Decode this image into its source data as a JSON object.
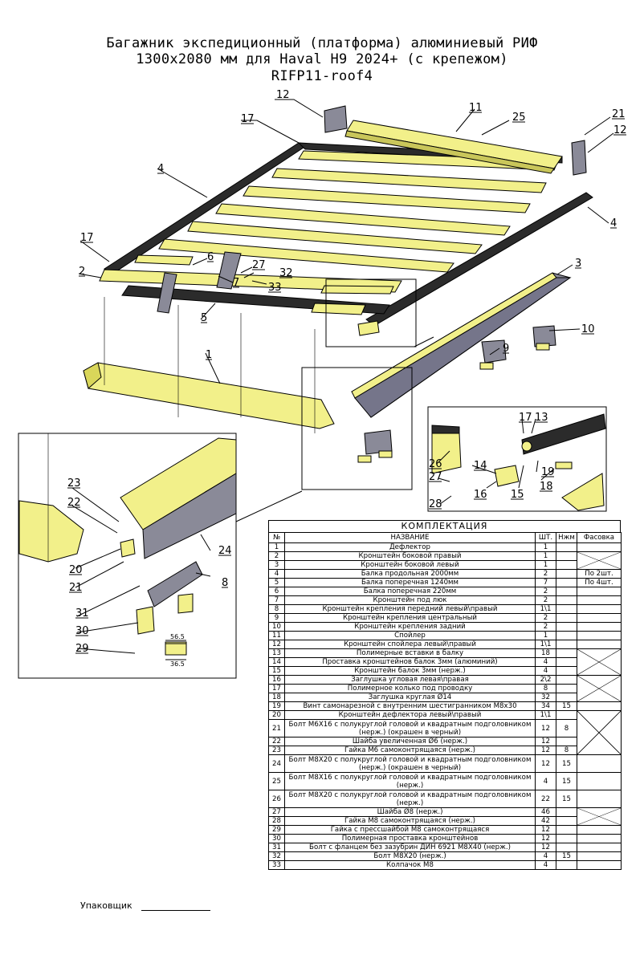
{
  "title": {
    "line1": "Багажник экспедиционный (платформа) алюминиевый РИФ",
    "line2": "1300x2080 мм для Haval H9 2024+ (с крепежом)",
    "line3": "RIFP11-roof4"
  },
  "callouts": [
    "12",
    "11",
    "25",
    "21",
    "12",
    "17",
    "4",
    "4",
    "17",
    "2",
    "6",
    "27",
    "32",
    "33",
    "7",
    "3",
    "5",
    "10",
    "9",
    "1",
    "17",
    "13",
    "26",
    "14",
    "27",
    "19",
    "28",
    "16",
    "15",
    "18",
    "23",
    "22",
    "24",
    "20",
    "21",
    "8",
    "31",
    "30",
    "29"
  ],
  "dimensions": {
    "top": "56.5",
    "bottom": "36.5"
  },
  "table": {
    "title": "КОМПЛЕКТАЦИЯ",
    "headers": {
      "num": "№",
      "name": "НАЗВАНИЕ",
      "qty": "ШТ.",
      "art": "Нжм",
      "pack": "Фасовка"
    },
    "rows": [
      {
        "num": "1",
        "name": "Дефлектор",
        "qty": "1",
        "art": "",
        "pack": ""
      },
      {
        "num": "2",
        "name": "Кронштейн боковой правый",
        "qty": "1",
        "art": "",
        "pack": ""
      },
      {
        "num": "3",
        "name": "Кронштейн боковой левый",
        "qty": "1",
        "art": "",
        "pack": ""
      },
      {
        "num": "4",
        "name": "Балка продольная 2000мм",
        "qty": "2",
        "art": "",
        "pack": "По 2шт."
      },
      {
        "num": "5",
        "name": "Балка поперечная 1240мм",
        "qty": "7",
        "art": "",
        "pack": "По 4шт."
      },
      {
        "num": "6",
        "name": "Балка поперечная 220мм",
        "qty": "2",
        "art": "",
        "pack": ""
      },
      {
        "num": "7",
        "name": "Кронштейн под люк",
        "qty": "2",
        "art": "",
        "pack": ""
      },
      {
        "num": "8",
        "name": "Кронштейн крепления передний левый\\правый",
        "qty": "1\\1",
        "art": "",
        "pack": ""
      },
      {
        "num": "9",
        "name": "Кронштейн крепления центральный",
        "qty": "2",
        "art": "",
        "pack": ""
      },
      {
        "num": "10",
        "name": "Кронштейн крепления задний",
        "qty": "2",
        "art": "",
        "pack": ""
      },
      {
        "num": "11",
        "name": "Спойлер",
        "qty": "1",
        "art": "",
        "pack": ""
      },
      {
        "num": "12",
        "name": "Кронштейн спойлера левый\\правый",
        "qty": "1\\1",
        "art": "",
        "pack": ""
      },
      {
        "num": "13",
        "name": "Полимерные вставки в балку",
        "qty": "18",
        "art": "",
        "pack": ""
      },
      {
        "num": "14",
        "name": "Проставка кронштейнов балок 3мм (алюминий)",
        "qty": "4",
        "art": "",
        "pack": ""
      },
      {
        "num": "15",
        "name": "Кронштейн балок 3мм (нерж.)",
        "qty": "4",
        "art": "",
        "pack": ""
      },
      {
        "num": "16",
        "name": "Заглушка угловая левая\\правая",
        "qty": "2\\2",
        "art": "",
        "pack": ""
      },
      {
        "num": "17",
        "name": "Полимерное колько под проводку",
        "qty": "8",
        "art": "",
        "pack": ""
      },
      {
        "num": "18",
        "name": "Заглушка круглая Ø14",
        "qty": "32",
        "art": "",
        "pack": ""
      },
      {
        "num": "19",
        "name": "Винт самонарезной с внутренним шестигранником M8x30",
        "qty": "34",
        "art": "15",
        "pack": ""
      },
      {
        "num": "20",
        "name": "Кронштейн дефлектора левый\\правый",
        "qty": "1\\1",
        "art": "",
        "pack": ""
      },
      {
        "num": "21",
        "name": "Болт M6X16 с полукруглой головой и квадратным подголовником (нерж.) (окрашен в черный)",
        "qty": "12",
        "art": "8",
        "pack": ""
      },
      {
        "num": "22",
        "name": "Шайба увеличенная Ø6 (нерж.)",
        "qty": "12",
        "art": "",
        "pack": ""
      },
      {
        "num": "23",
        "name": "Гайка M6 самоконтрящаяся (нерж.)",
        "qty": "12",
        "art": "8",
        "pack": ""
      },
      {
        "num": "24",
        "name": "Болт M8X20 с полукруглой головой и квадратным подголовником (нерж.) (окрашен в черный)",
        "qty": "12",
        "art": "15",
        "pack": ""
      },
      {
        "num": "25",
        "name": "Болт M8X16 с полукруглой головой и квадратным подголовником (нерж.)",
        "qty": "4",
        "art": "15",
        "pack": ""
      },
      {
        "num": "26",
        "name": "Болт M8X20 с полукруглой головой и квадратным подголовником (нерж.)",
        "qty": "22",
        "art": "15",
        "pack": ""
      },
      {
        "num": "27",
        "name": "Шайба Ø8 (нерж.)",
        "qty": "46",
        "art": "",
        "pack": ""
      },
      {
        "num": "28",
        "name": "Гайка M8 самоконтрящаяся (нерж.)",
        "qty": "42",
        "art": "",
        "pack": ""
      },
      {
        "num": "29",
        "name": "Гайка с прессшайбой M8 самоконтрящаяся",
        "qty": "12",
        "art": "",
        "pack": ""
      },
      {
        "num": "30",
        "name": "Полимерная проставка кронштейнов",
        "qty": "12",
        "art": "",
        "pack": ""
      },
      {
        "num": "31",
        "name": "Болт с фланцем без зазубрин ДИН 6921 M8X40 (нерж.)",
        "qty": "12",
        "art": "",
        "pack": ""
      },
      {
        "num": "32",
        "name": "Болт M8X20 (нерж.)",
        "qty": "4",
        "art": "15",
        "pack": ""
      },
      {
        "num": "33",
        "name": "Колпачок M8",
        "qty": "4",
        "art": "",
        "pack": ""
      }
    ]
  },
  "packer_label": "Упаковщик",
  "colors": {
    "part_yellow": "#f2f08a",
    "part_dark": "#2b2b2b",
    "part_gray": "#8a8a98",
    "outline": "#000000"
  }
}
